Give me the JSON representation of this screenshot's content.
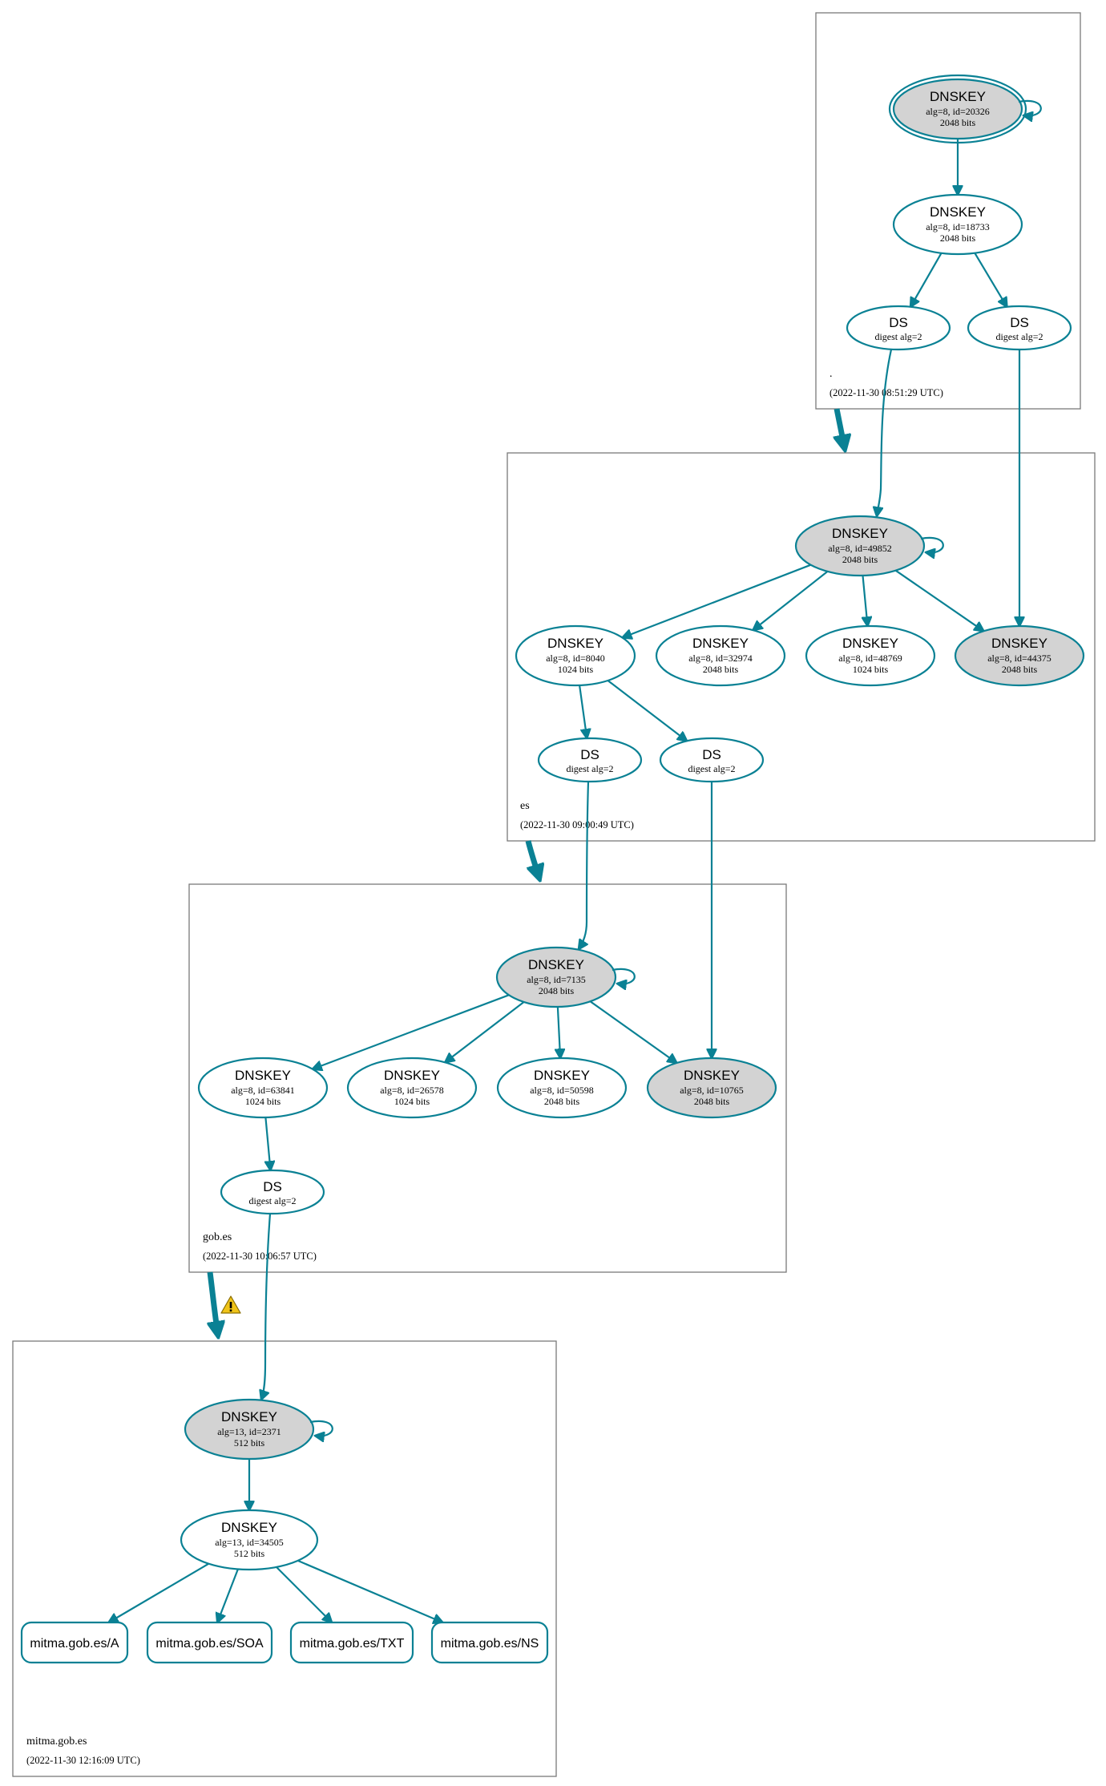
{
  "zones": [
    {
      "id": "root",
      "name": ".",
      "timestamp": "(2022-11-30 08:51:29 UTC)"
    },
    {
      "id": "es",
      "name": "es",
      "timestamp": "(2022-11-30 09:00:49 UTC)"
    },
    {
      "id": "gob",
      "name": "gob.es",
      "timestamp": "(2022-11-30 10:06:57 UTC)"
    },
    {
      "id": "mitma",
      "name": "mitma.gob.es",
      "timestamp": "(2022-11-30 12:16:09 UTC)"
    }
  ],
  "nodes": [
    {
      "id": "r_ksk",
      "kind": "dnskey",
      "title": "DNSKEY",
      "line1": "alg=8, id=20326",
      "line2": "2048 bits",
      "fill": "grey",
      "trust_anchor": true,
      "self_signed": true
    },
    {
      "id": "r_zsk",
      "kind": "dnskey",
      "title": "DNSKEY",
      "line1": "alg=8, id=18733",
      "line2": "2048 bits",
      "fill": "white"
    },
    {
      "id": "r_ds1",
      "kind": "ds",
      "title": "DS",
      "line1": "digest alg=2",
      "fill": "white"
    },
    {
      "id": "r_ds2",
      "kind": "ds",
      "title": "DS",
      "line1": "digest alg=2",
      "fill": "white"
    },
    {
      "id": "es_ksk",
      "kind": "dnskey",
      "title": "DNSKEY",
      "line1": "alg=8, id=49852",
      "line2": "2048 bits",
      "fill": "grey",
      "self_signed": true
    },
    {
      "id": "es_k1",
      "kind": "dnskey",
      "title": "DNSKEY",
      "line1": "alg=8, id=8040",
      "line2": "1024 bits",
      "fill": "white"
    },
    {
      "id": "es_k2",
      "kind": "dnskey",
      "title": "DNSKEY",
      "line1": "alg=8, id=32974",
      "line2": "2048 bits",
      "fill": "white"
    },
    {
      "id": "es_k3",
      "kind": "dnskey",
      "title": "DNSKEY",
      "line1": "alg=8, id=48769",
      "line2": "1024 bits",
      "fill": "white"
    },
    {
      "id": "es_k4",
      "kind": "dnskey",
      "title": "DNSKEY",
      "line1": "alg=8, id=44375",
      "line2": "2048 bits",
      "fill": "grey"
    },
    {
      "id": "es_ds1",
      "kind": "ds",
      "title": "DS",
      "line1": "digest alg=2",
      "fill": "white"
    },
    {
      "id": "es_ds2",
      "kind": "ds",
      "title": "DS",
      "line1": "digest alg=2",
      "fill": "white"
    },
    {
      "id": "g_ksk",
      "kind": "dnskey",
      "title": "DNSKEY",
      "line1": "alg=8, id=7135",
      "line2": "2048 bits",
      "fill": "grey",
      "self_signed": true
    },
    {
      "id": "g_k1",
      "kind": "dnskey",
      "title": "DNSKEY",
      "line1": "alg=8, id=63841",
      "line2": "1024 bits",
      "fill": "white"
    },
    {
      "id": "g_k2",
      "kind": "dnskey",
      "title": "DNSKEY",
      "line1": "alg=8, id=26578",
      "line2": "1024 bits",
      "fill": "white"
    },
    {
      "id": "g_k3",
      "kind": "dnskey",
      "title": "DNSKEY",
      "line1": "alg=8, id=50598",
      "line2": "2048 bits",
      "fill": "white"
    },
    {
      "id": "g_k4",
      "kind": "dnskey",
      "title": "DNSKEY",
      "line1": "alg=8, id=10765",
      "line2": "2048 bits",
      "fill": "grey"
    },
    {
      "id": "g_ds",
      "kind": "ds",
      "title": "DS",
      "line1": "digest alg=2",
      "fill": "white"
    },
    {
      "id": "m_ksk",
      "kind": "dnskey",
      "title": "DNSKEY",
      "line1": "alg=13, id=2371",
      "line2": "512 bits",
      "fill": "grey",
      "self_signed": true
    },
    {
      "id": "m_zsk",
      "kind": "dnskey",
      "title": "DNSKEY",
      "line1": "alg=13, id=34505",
      "line2": "512 bits",
      "fill": "white"
    },
    {
      "id": "m_a",
      "kind": "rrset",
      "title": "mitma.gob.es/A"
    },
    {
      "id": "m_soa",
      "kind": "rrset",
      "title": "mitma.gob.es/SOA"
    },
    {
      "id": "m_txt",
      "kind": "rrset",
      "title": "mitma.gob.es/TXT"
    },
    {
      "id": "m_ns",
      "kind": "rrset",
      "title": "mitma.gob.es/NS"
    }
  ],
  "edges": [
    [
      "r_ksk",
      "r_zsk"
    ],
    [
      "r_zsk",
      "r_ds1"
    ],
    [
      "r_zsk",
      "r_ds2"
    ],
    [
      "r_ds1",
      "es_ksk"
    ],
    [
      "r_ds2",
      "es_k4"
    ],
    [
      "es_ksk",
      "es_k1"
    ],
    [
      "es_ksk",
      "es_k2"
    ],
    [
      "es_ksk",
      "es_k3"
    ],
    [
      "es_ksk",
      "es_k4"
    ],
    [
      "es_k1",
      "es_ds1"
    ],
    [
      "es_k1",
      "es_ds2"
    ],
    [
      "es_ds1",
      "g_ksk"
    ],
    [
      "es_ds2",
      "g_k4"
    ],
    [
      "g_ksk",
      "g_k1"
    ],
    [
      "g_ksk",
      "g_k2"
    ],
    [
      "g_ksk",
      "g_k3"
    ],
    [
      "g_ksk",
      "g_k4"
    ],
    [
      "g_k1",
      "g_ds"
    ],
    [
      "g_ds",
      "m_ksk"
    ],
    [
      "m_ksk",
      "m_zsk"
    ],
    [
      "m_zsk",
      "m_a"
    ],
    [
      "m_zsk",
      "m_soa"
    ],
    [
      "m_zsk",
      "m_txt"
    ],
    [
      "m_zsk",
      "m_ns"
    ]
  ],
  "delegations": [
    {
      "from": "root",
      "to": "es",
      "warning": false
    },
    {
      "from": "es",
      "to": "gob",
      "warning": false
    },
    {
      "from": "gob",
      "to": "mitma",
      "warning": true
    }
  ],
  "icons": {
    "warning": "warning-triangle-icon"
  },
  "colors": {
    "edge": "#0a8194",
    "key_fill": "#d3d3d3",
    "warning": "#f0c419"
  }
}
